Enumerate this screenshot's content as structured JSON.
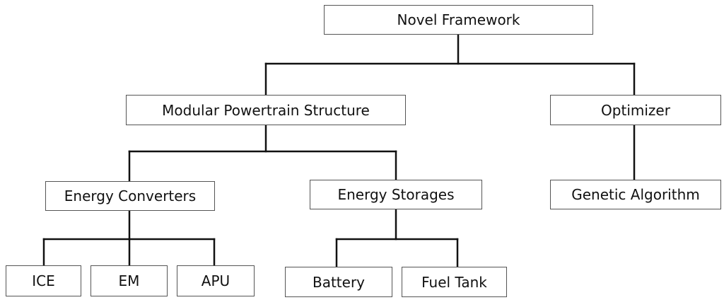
{
  "diagram": {
    "nodes": {
      "root": "Novel Framework",
      "modular": "Modular Powertrain Structure",
      "optimizer": "Optimizer",
      "converters": "Energy Converters",
      "storages": "Energy Storages",
      "genetic": "Genetic Algorithm",
      "ice": "ICE",
      "em": "EM",
      "apu": "APU",
      "battery": "Battery",
      "fuel_tank": "Fuel Tank"
    },
    "edges": [
      [
        "root",
        "modular"
      ],
      [
        "root",
        "optimizer"
      ],
      [
        "modular",
        "converters"
      ],
      [
        "modular",
        "storages"
      ],
      [
        "optimizer",
        "genetic"
      ],
      [
        "converters",
        "ice"
      ],
      [
        "converters",
        "em"
      ],
      [
        "converters",
        "apu"
      ],
      [
        "storages",
        "battery"
      ],
      [
        "storages",
        "fuel_tank"
      ]
    ],
    "colors": {
      "line": "#111111",
      "box_border": "#555555",
      "box_fill": "#ffffff",
      "text": "#111111"
    }
  }
}
